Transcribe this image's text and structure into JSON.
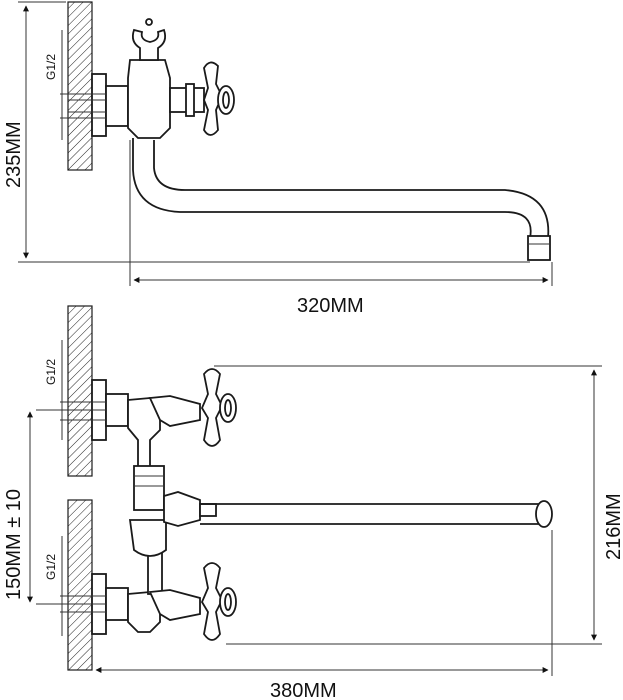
{
  "side_view": {
    "height_label": "235MM",
    "spout_length_label": "320MM",
    "thread_label": "G1/2"
  },
  "top_view": {
    "center_distance_label": "150MM ± 10",
    "depth_label": "216MM",
    "total_length_label": "380MM",
    "thread_label_upper": "G1/2",
    "thread_label_lower": "G1/2"
  }
}
